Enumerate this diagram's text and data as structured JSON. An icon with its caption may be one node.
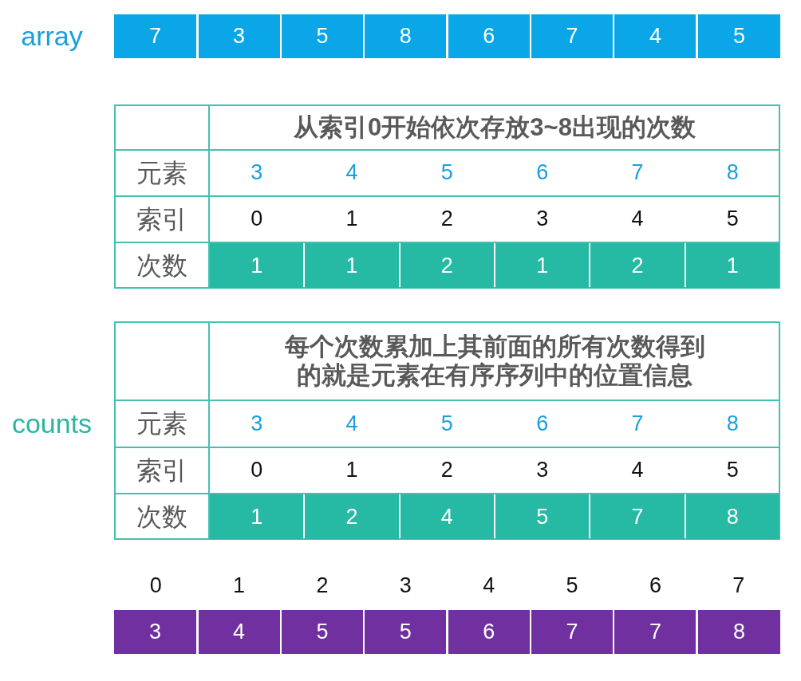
{
  "diagram": {
    "labels": [
      "array",
      "7",
      "3",
      "5",
      "8",
      "6",
      "7",
      "4",
      "5",
      "从索引0开始依次存放3~8出现的次数",
      "元素",
      "3",
      "4",
      "5",
      "6",
      "7",
      "8",
      "索引",
      "0",
      "1",
      "2",
      "3",
      "4",
      "5",
      "次数",
      "1",
      "1",
      "2",
      "1",
      "2",
      "1",
      "counts",
      "每个次数累加上其前面的所有次数得到的就是元素在有序序列中的位置信息",
      "元素",
      "3",
      "4",
      "5",
      "6",
      "7",
      "8",
      "索引",
      "0",
      "1",
      "2",
      "3",
      "4",
      "5",
      "次数",
      "1",
      "2",
      "4",
      "5",
      "7",
      "8",
      "0",
      "1",
      "2",
      "3",
      "4",
      "5",
      "6",
      "7",
      "3",
      "4",
      "5",
      "5",
      "6",
      "7",
      "7",
      "8"
    ]
  }
}
